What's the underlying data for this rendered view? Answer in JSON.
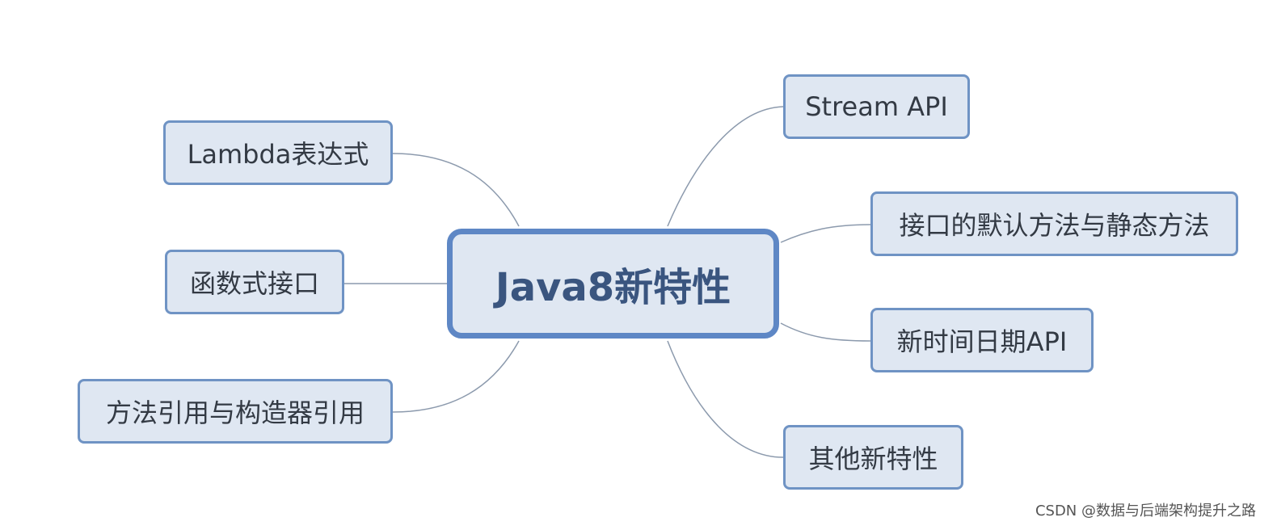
{
  "center": {
    "label": "Java8新特性"
  },
  "left_branches": [
    {
      "label": "Lambda表达式"
    },
    {
      "label": "函数式接口"
    },
    {
      "label": "方法引用与构造器引用"
    }
  ],
  "right_branches": [
    {
      "label": "Stream API"
    },
    {
      "label": "接口的默认方法与静态方法"
    },
    {
      "label": "新时间日期API"
    },
    {
      "label": "其他新特性"
    }
  ],
  "watermark": "CSDN @数据与后端架构提升之路",
  "colors": {
    "node_fill": "#dfe7f2",
    "node_border": "#6f93c4",
    "center_border": "#5e87c5",
    "center_text": "#3a557f",
    "link": "#8c9aad"
  }
}
